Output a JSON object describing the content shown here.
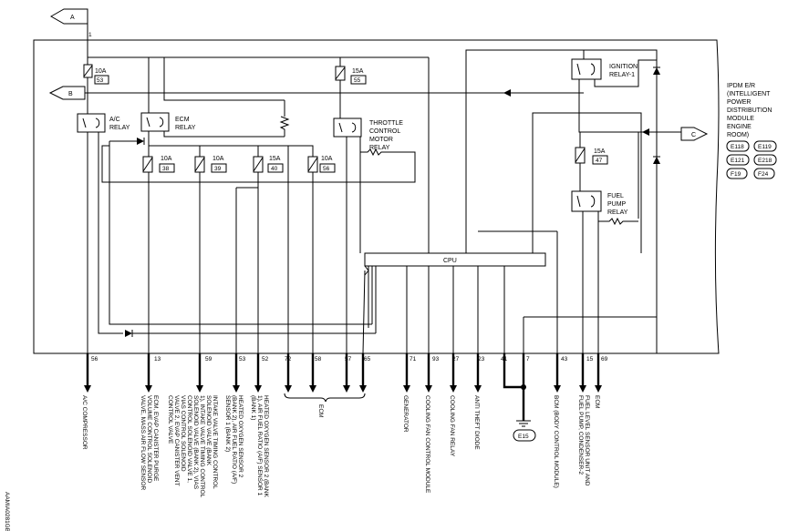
{
  "ipdm": {
    "lines": [
      "IPDM E/R",
      "(INTELLIGENT",
      "POWER",
      "DISTRIBUTION",
      "MODULE",
      "ENGINE",
      "ROOM)"
    ],
    "connectors": [
      "E118",
      "E119",
      "E121",
      "E218",
      "F19",
      "F24"
    ]
  },
  "connectors": {
    "a": "A",
    "b": "B",
    "c": "C"
  },
  "cpu_label": "CPU",
  "top_pin": "1",
  "fuses": [
    {
      "amp": "10A",
      "num": "53"
    },
    {
      "amp": "15A",
      "num": "55"
    },
    {
      "amp": "10A",
      "num": "38"
    },
    {
      "amp": "10A",
      "num": "39"
    },
    {
      "amp": "15A",
      "num": "40"
    },
    {
      "amp": "10A",
      "num": "56"
    },
    {
      "amp": "15A",
      "num": "47"
    }
  ],
  "relays": {
    "ac": [
      "A/C",
      "RELAY"
    ],
    "ecm": [
      "ECM",
      "RELAY"
    ],
    "throttle": [
      "THROTTLE",
      "CONTROL",
      "MOTOR",
      "RELAY"
    ],
    "ignition": [
      "IGNITION",
      "RELAY-1"
    ],
    "fuel": [
      "FUEL",
      "PUMP",
      "RELAY"
    ]
  },
  "pins": [
    "56",
    "13",
    "59",
    "53",
    "52",
    "72",
    "58",
    "57",
    "65",
    "71",
    "93",
    "27",
    "23",
    "41",
    "7",
    "43",
    "15",
    "69"
  ],
  "destinations": {
    "d56": [
      "A/C COMPRESSOR"
    ],
    "d13": [
      "ECM, EVAP CANISTER PURGE",
      "VOLUME CONTROL SOLENOID",
      "VALVE, MASS AIR FLOW SENSOR"
    ],
    "d59": [
      "INTAKE VALVE TIMING CONTROL",
      "SOLENOID VALVE (BANK",
      "1), INTAKE VALVE TIMING CONTROL",
      "SOLENOID VALVE (BANK 2), VIAS",
      "CONTROL SOLENOID VALVE 1,",
      "VIAS CONTROL SOLENOID",
      "VALVE 2, EVAP CANISTER VENT",
      "CONTROL VALVE"
    ],
    "d53": [
      "HEATED OXYGEN SENSOR 2",
      "(BANK 2), AIR FUEL RATIO (A/F)",
      "SENSOR 1 (BANK 2)"
    ],
    "d52": [
      "HEATED OXYGEN SENSOR 2 (BANK",
      "1), AIR FUEL RATIO (A/F) SENSOR 1",
      "(BANK 1)"
    ],
    "ecm_group": [
      "ECM"
    ],
    "d71": [
      "GENERATOR"
    ],
    "d93": [
      "COOLING FAN CONTROL MODULE"
    ],
    "d27": [
      "COOLING FAN RELAY"
    ],
    "d23": [
      "ANTI THEFT DIODE"
    ],
    "ground": "E15",
    "d43": [
      "BCM (BODY CONTROL MODULE)"
    ],
    "d15": [
      "FUEL LEVEL SENSOR UNIT AND",
      "FUEL PUMP, CONDENSER-2"
    ],
    "d69": [
      "ECM"
    ]
  },
  "figure_id": "AAMIA0281GB"
}
